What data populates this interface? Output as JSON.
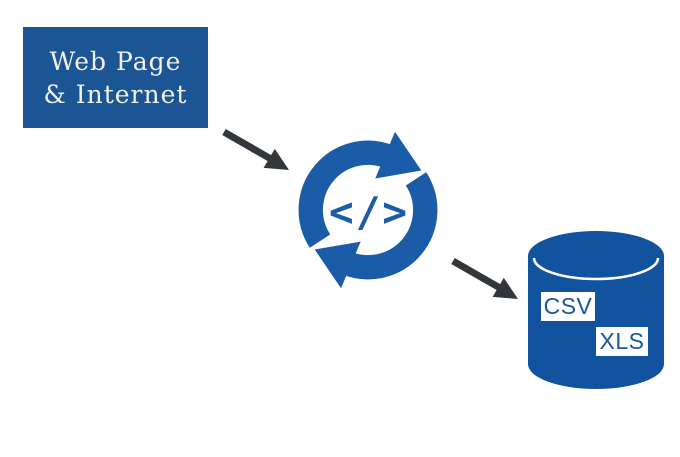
{
  "diagram": {
    "title": "web-scraping-flow",
    "colors": {
      "source_box_blue": "#1b5593",
      "sync_icon_blue": "#1b5ca8",
      "cylinder_blue": "#1253a0",
      "label_text_blue": "#19579f",
      "arrow_gray": "#33373b",
      "source_text_white": "#f2f1ed"
    },
    "nodes": {
      "source": {
        "line1": "Web Page",
        "line2": "& Internet"
      },
      "transform": {
        "code_symbol": "</>"
      },
      "storage": {
        "formats": [
          "CSV",
          "XLS"
        ]
      }
    }
  }
}
